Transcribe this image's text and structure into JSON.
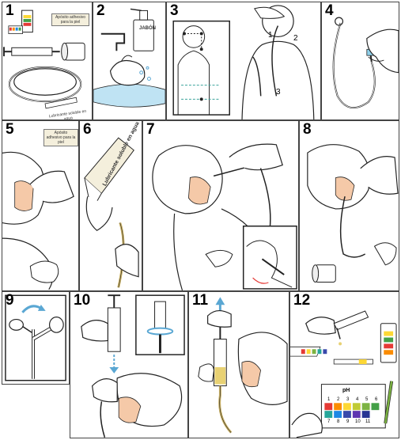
{
  "panels": [
    {
      "id": "1",
      "label": "1",
      "items": {
        "tape_box": "Apósito adhesivo para la piel",
        "lube_small": "Lubricante soluble en agua"
      }
    },
    {
      "id": "2",
      "label": "2",
      "items": {
        "soap": "JABÓN"
      }
    },
    {
      "id": "3",
      "label": "3",
      "markers": [
        "1",
        "2",
        "3"
      ]
    },
    {
      "id": "4",
      "label": "4"
    },
    {
      "id": "5",
      "label": "5",
      "items": {
        "tape_box": "Apósito adhesivo para la piel"
      }
    },
    {
      "id": "6",
      "label": "6",
      "items": {
        "lube_tube": "Lubricante soluble en agua"
      }
    },
    {
      "id": "7",
      "label": "7"
    },
    {
      "id": "8",
      "label": "8"
    },
    {
      "id": "9",
      "label": "9"
    },
    {
      "id": "10",
      "label": "10"
    },
    {
      "id": "11",
      "label": "11"
    },
    {
      "id": "12",
      "label": "12",
      "ph": {
        "title": "pH",
        "row1": [
          "1",
          "2",
          "3",
          "4",
          "5",
          "6"
        ],
        "row2": [
          "7",
          "8",
          "9",
          "10",
          "11"
        ]
      }
    }
  ],
  "colors": {
    "skin": "#f5c9a8",
    "line": "#222222",
    "tape": "#f4efdc",
    "water": "#bfe3f3",
    "arrow": "#5aa7d3",
    "ph_colors": [
      "#e53935",
      "#fb8c00",
      "#fdd835",
      "#c0ca33",
      "#7cb342",
      "#43a047",
      "#26a69a",
      "#1e88e5",
      "#3949ab",
      "#5e35b1",
      "#283593"
    ]
  }
}
